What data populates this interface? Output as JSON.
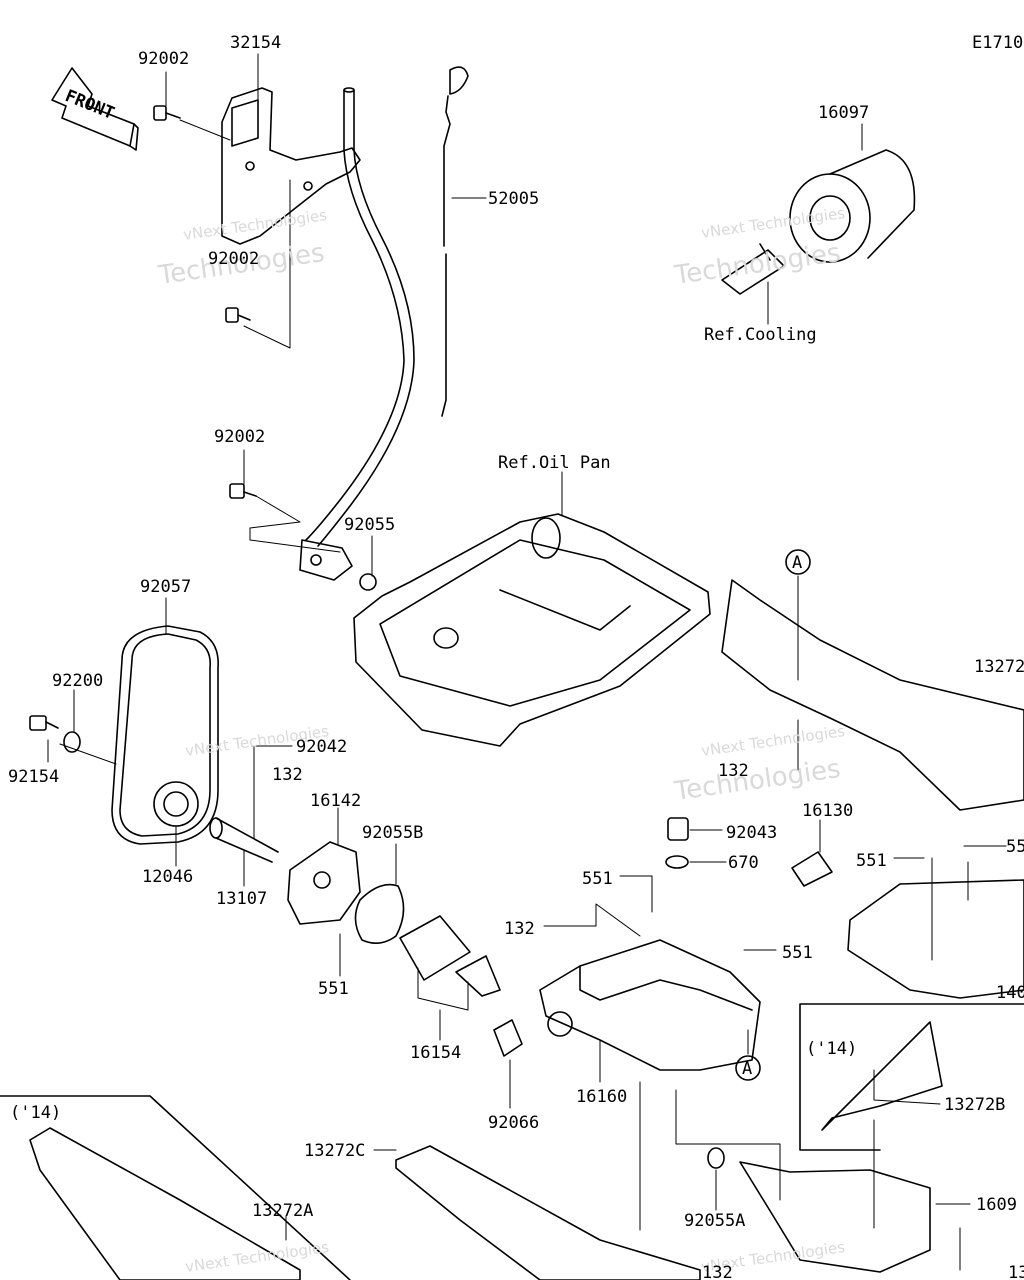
{
  "diagram": {
    "code": "E1710",
    "front_arrow": "FRONT",
    "watermark": {
      "line1": "vNext Technologies",
      "line2": "Technologies",
      "line3": "vNext"
    },
    "refs": {
      "cooling": "Ref.Cooling",
      "oil_pan": "Ref.Oil Pan"
    },
    "variant_note": "('14)",
    "callout": "A",
    "parts": {
      "p32154": "32154",
      "p92002_a": "92002",
      "p92002_b": "92002",
      "p92002_c": "92002",
      "p52005": "52005",
      "p16097": "16097",
      "p92055": "92055",
      "p92057": "92057",
      "p92200": "92200",
      "p92154": "92154",
      "p92042": "92042",
      "p132_a": "132",
      "p16142": "16142",
      "p92055B": "92055B",
      "p12046": "12046",
      "p13107": "13107",
      "p551_a": "551",
      "p16154": "16154",
      "p13272_top": "13272",
      "p132_b": "132",
      "p16130": "16130",
      "p92043": "92043",
      "p670": "670",
      "p551_b": "551",
      "p132_c": "132",
      "p551_c": "551",
      "p551_d": "551",
      "p55_cut": "55",
      "p140_cut": "140",
      "p16160": "16160",
      "p92066": "92066",
      "p13272B": "13272B",
      "p13272C": "13272C",
      "p13272A": "13272A",
      "p92055A": "92055A",
      "p1609_cut": "1609",
      "p132_d": "132",
      "p13_cut": "13"
    }
  }
}
